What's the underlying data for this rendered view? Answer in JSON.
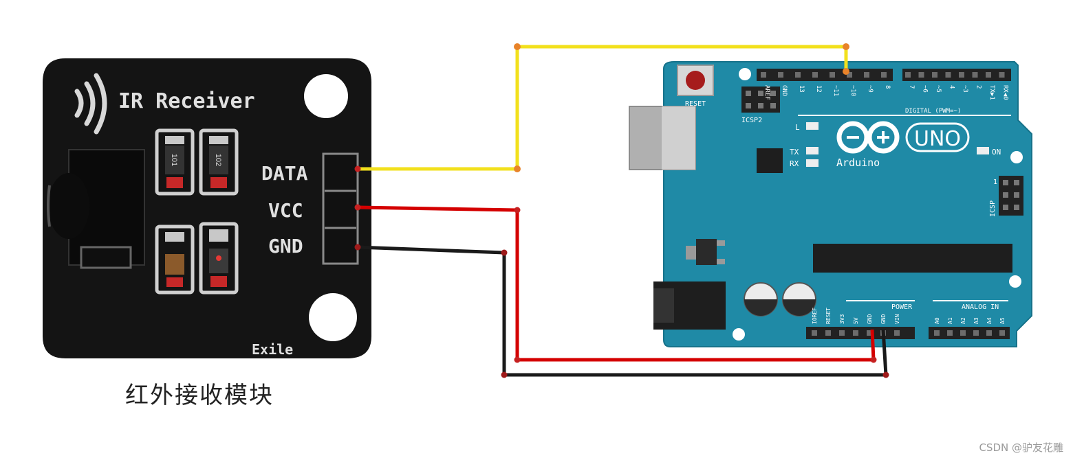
{
  "module": {
    "title": "IR Receiver",
    "caption": "红外接收模块",
    "signature": "Exile",
    "pins": [
      "DATA",
      "VCC",
      "GND"
    ],
    "resistor_marks": [
      "101",
      "102"
    ]
  },
  "arduino": {
    "reset_label": "RESET",
    "icsp2_label": "ICSP2",
    "icsp_label": "ICSP",
    "icsp_pin1": "1",
    "digital_label": "DIGITAL (PWM=~)",
    "brand": "Arduino",
    "model": "UNO",
    "led_l": "L",
    "led_tx": "TX",
    "led_rx": "RX",
    "on_label": "ON",
    "power_label": "POWER",
    "analog_label": "ANALOG IN",
    "digital_pins": [
      "AREF",
      "GND",
      "13",
      "12",
      "~11",
      "~10",
      "~9",
      "8",
      "7",
      "~6",
      "~5",
      "4",
      "~3",
      "2",
      "TX▶1",
      "RX◀0"
    ],
    "power_pins": [
      "IOREF",
      "RESET",
      "3V3",
      "5V",
      "GND",
      "GND",
      "VIN"
    ],
    "analog_pins": [
      "A0",
      "A1",
      "A2",
      "A3",
      "A4",
      "A5"
    ]
  },
  "wires": {
    "data_color": "#f2e01c",
    "vcc_color": "#d40000",
    "gnd_color": "#1a1a1a"
  },
  "colors": {
    "board": "#1f8aa6",
    "module": "#141414"
  },
  "watermark": "CSDN @驴友花雕"
}
